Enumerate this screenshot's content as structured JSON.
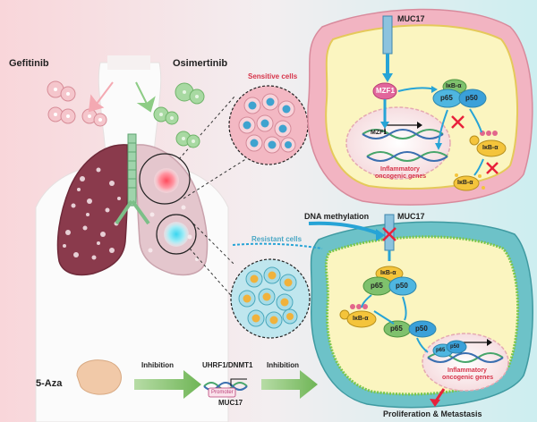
{
  "drugs": {
    "gefitinib": "Gefitinib",
    "osimertinib": "Osimertinib",
    "aza": "5-Aza"
  },
  "cells": {
    "sensitive": "Sensitive cells",
    "resistant": "Resistant cells"
  },
  "top_cell": {
    "muc17": "MUC17",
    "mzf1": "MZF1",
    "mzf1_promoter": "MZF1",
    "ikb_alpha": "IκB-α",
    "p65": "p65",
    "p50": "p50",
    "p_ikb": "IκB-α",
    "degraded_ikb": "IκB-α",
    "genes_line1": "Inflammatory",
    "genes_line2": "oncogenic genes"
  },
  "bottom_cell": {
    "dna_methylation": "DNA methylation",
    "muc17": "MUC17",
    "ikb_alpha": "IκB-α",
    "p65": "p65",
    "p50": "p50",
    "p_ikb": "IκB-α",
    "free_p65": "p65",
    "free_p50": "p50",
    "nuc_p65": "p65",
    "nuc_p50": "p50",
    "genes_line1": "Inflammatory",
    "genes_line2": "oncogenic genes"
  },
  "pathway": {
    "inhibition_1": "Inhibition",
    "inhibition_2": "Inhibition",
    "uhrf1": "UHRF1/DNMT1",
    "promoter": "Promoter",
    "muc17": "MUC17"
  },
  "outcome": "Proliferation & Metastasis",
  "colors": {
    "left_bg": "#f9d6da",
    "right_bg": "#cdeef0",
    "cell_inner": "#fbf5c0",
    "membrane_top": "#f2b4c2",
    "membrane_bottom": "#6dc2c8"
  }
}
